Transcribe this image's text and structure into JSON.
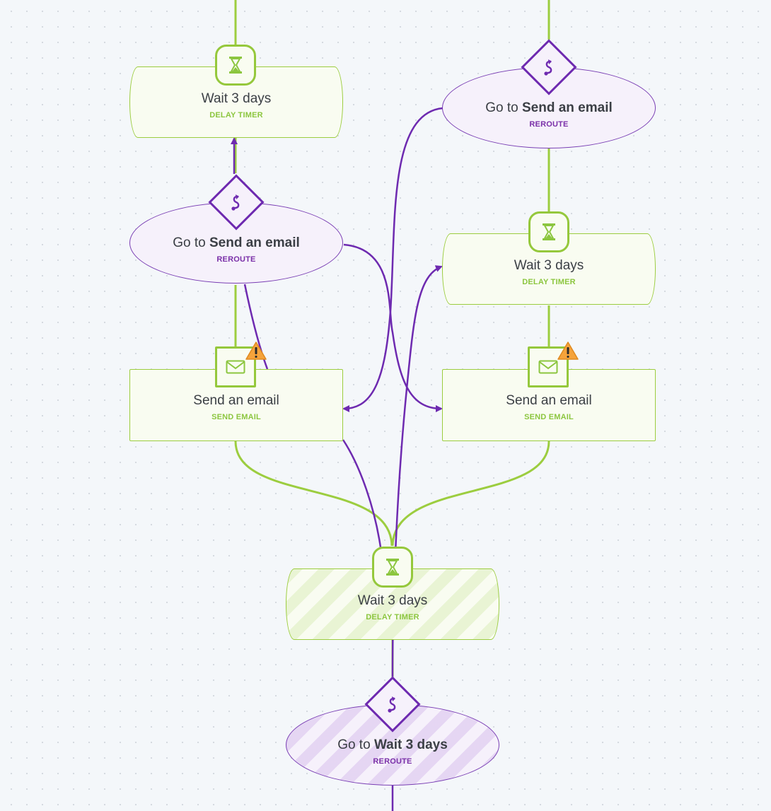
{
  "colors": {
    "delay_green": "#8cc63f",
    "connector_green": "#9ccd3f",
    "reroute_purple": "#6e2ab0",
    "warning_orange": "#f5a33b"
  },
  "nodes": {
    "delay_top_left": {
      "title": "Wait 3 days",
      "type": "DELAY TIMER",
      "icon": "hourglass-icon"
    },
    "reroute_top_right": {
      "title_prefix": "Go to",
      "title_target": "Send an email",
      "type": "REROUTE",
      "icon": "reroute-icon"
    },
    "reroute_mid_left": {
      "title_prefix": "Go to",
      "title_target": "Send an email",
      "type": "REROUTE",
      "icon": "reroute-icon"
    },
    "delay_mid_right": {
      "title": "Wait 3 days",
      "type": "DELAY TIMER",
      "icon": "hourglass-icon"
    },
    "email_left": {
      "title": "Send an email",
      "type": "SEND EMAIL",
      "icon": "envelope-icon",
      "warning": "warning-icon"
    },
    "email_right": {
      "title": "Send an email",
      "type": "SEND EMAIL",
      "icon": "envelope-icon",
      "warning": "warning-icon"
    },
    "delay_bottom": {
      "title": "Wait 3 days",
      "type": "DELAY TIMER",
      "icon": "hourglass-icon"
    },
    "reroute_bottom": {
      "title_prefix": "Go to",
      "title_target": "Wait 3 days",
      "type": "REROUTE",
      "icon": "reroute-icon"
    }
  }
}
